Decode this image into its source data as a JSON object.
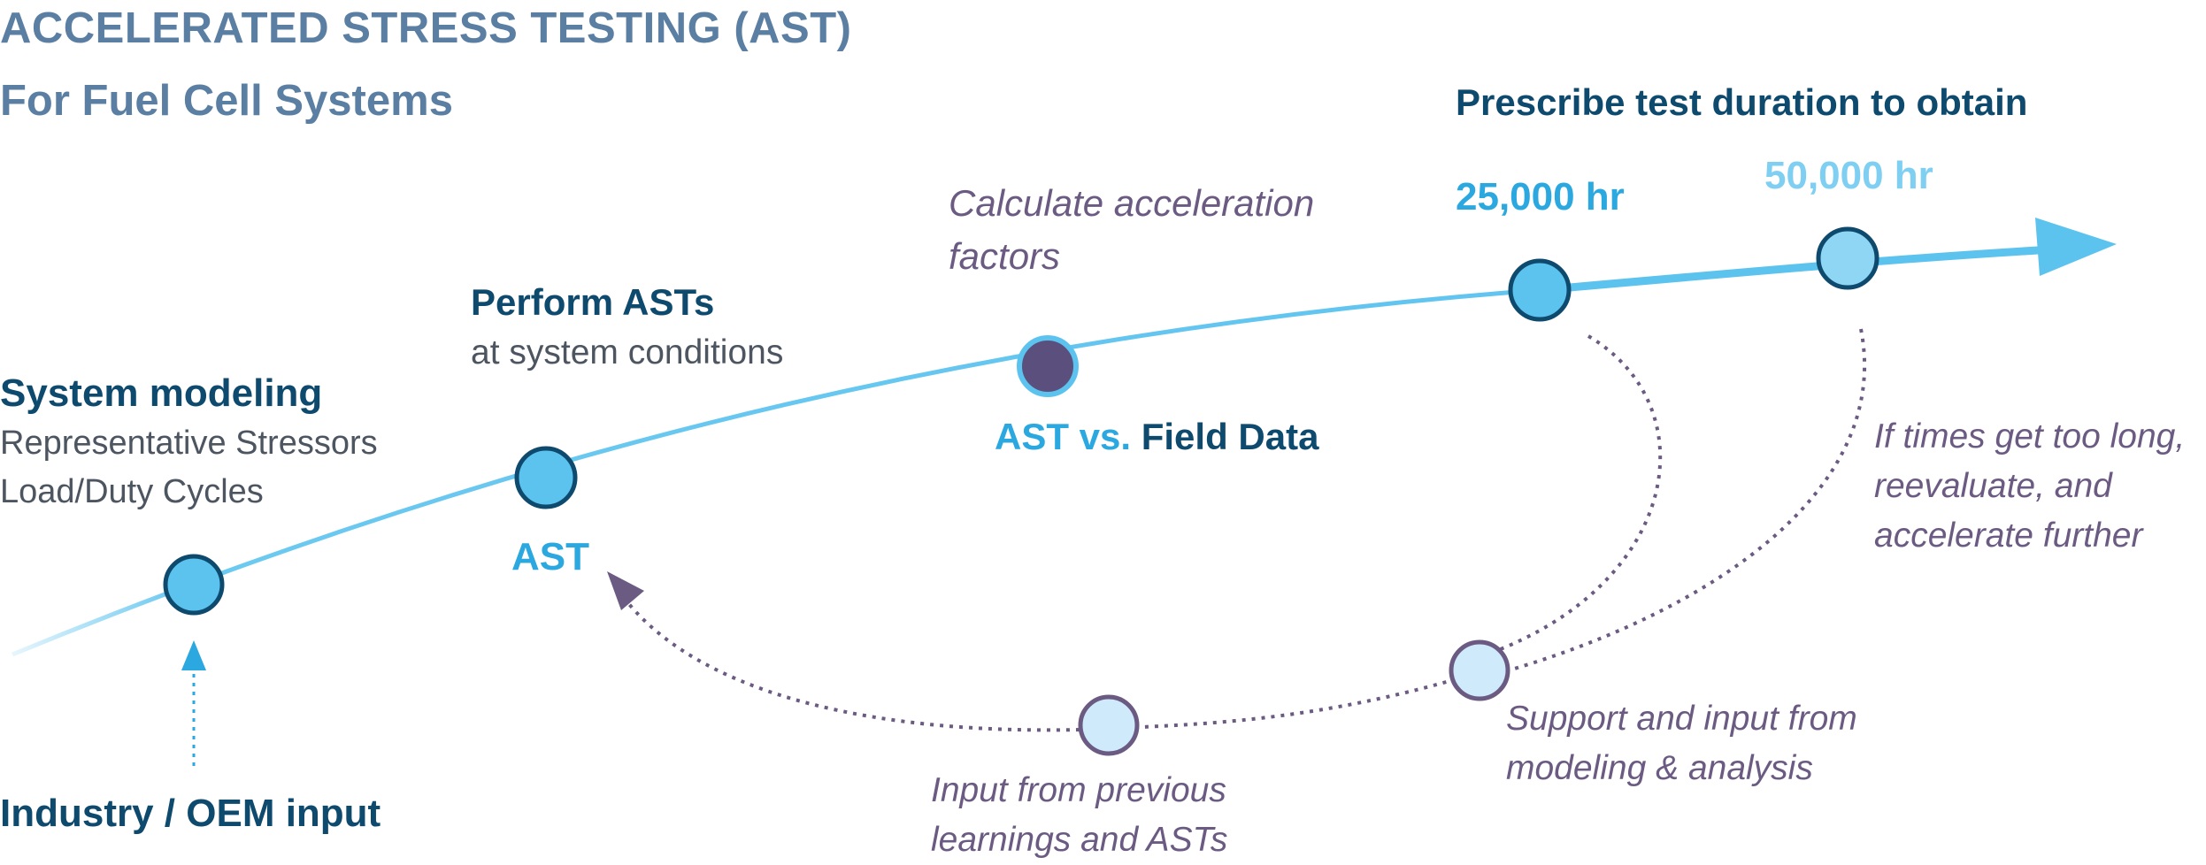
{
  "title": "ACCELERATED STRESS TESTING (AST)",
  "subtitle": "For Fuel Cell Systems",
  "prescribe": {
    "heading": "Prescribe test duration to obtain",
    "target_1": "25,000 hr",
    "target_2": "50,000 hr"
  },
  "steps": {
    "system_modeling": {
      "heading": "System modeling",
      "line_1": "Representative Stressors",
      "line_2": "Load/Duty Cycles"
    },
    "perform_asts": {
      "heading": "Perform ASTs",
      "sub": "at system conditions"
    },
    "calculate": "Calculate acceleration factors",
    "ast_vs_field": {
      "part_1": "AST vs.",
      "part_2": "Field Data"
    },
    "ast_label": "AST"
  },
  "feedback": {
    "too_long": "If times get too long, reevaluate, and accelerate further",
    "support": "Support and input from modeling & analysis",
    "previous": "Input from previous learnings and ASTs"
  },
  "industry_input": "Industry / OEM input",
  "colors": {
    "dark_blue": "#0e4a6e",
    "bright_blue": "#2aa8df",
    "light_blue": "#7fcff2",
    "node_fill": "#5cc3ef",
    "purple": "#6b5b82",
    "pale_node": "#cfeafb",
    "title_blue": "#5a7fa3"
  }
}
